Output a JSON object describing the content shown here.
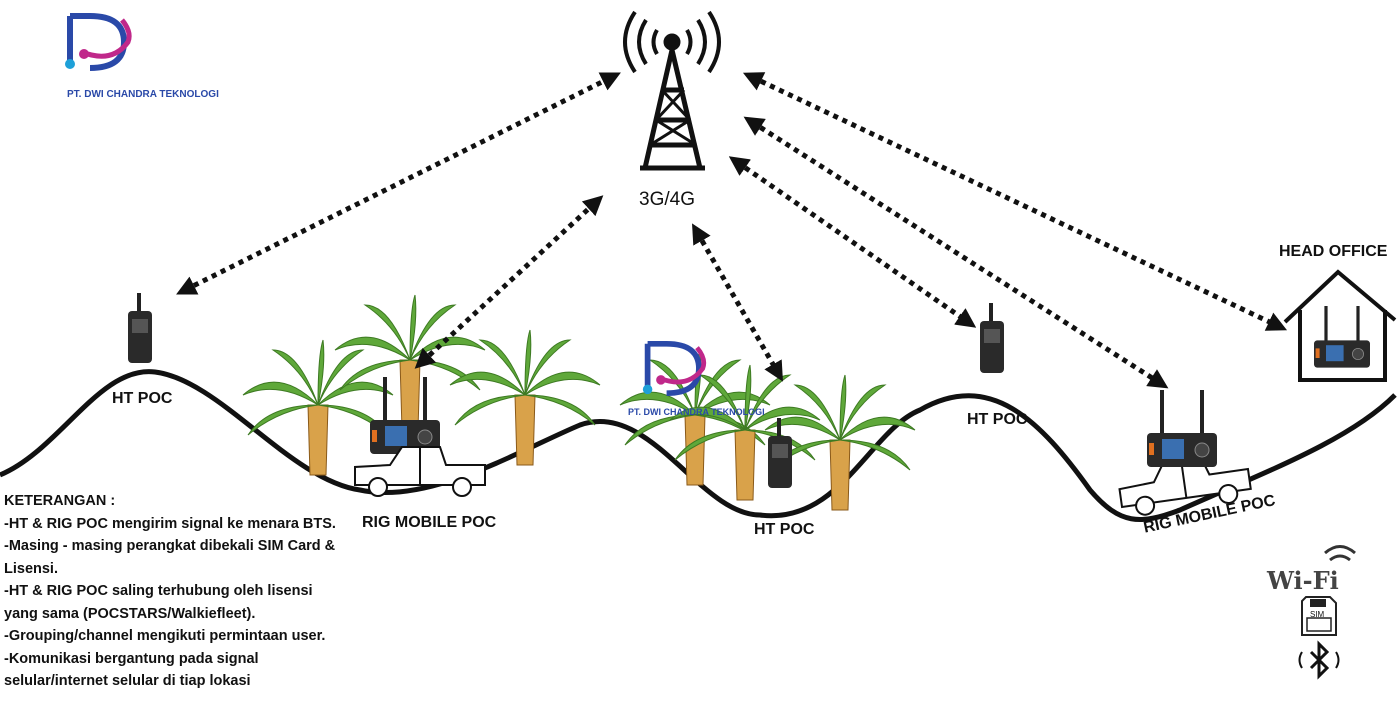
{
  "company": {
    "name": "PT. DWI CHANDRA TEKNOLOGI"
  },
  "tower": {
    "label": "3G/4G"
  },
  "nodes": {
    "ht_poc_1": "HT POC",
    "rig_mobile_1": "RIG MOBILE POC",
    "ht_poc_2": "HT POC",
    "ht_poc_3": "HT POC",
    "rig_mobile_2": "RIG MOBILE POC",
    "head_office": "HEAD OFFICE"
  },
  "legend": {
    "title": "KETERANGAN :",
    "lines": [
      "-HT & RIG POC mengirim signal ke menara BTS.",
      "-Masing - masing perangkat dibekali SIM Card &",
      "Lisensi.",
      "-HT & RIG POC saling terhubung oleh lisensi",
      "yang sama (POCSTARS/Walkiefleet).",
      "-Grouping/channel mengikuti permintaan user.",
      "-Komunikasi bergantung pada signal",
      "selular/internet selular di tiap lokasi"
    ]
  },
  "features": {
    "wifi": "Wi-Fi",
    "sim": "SIM",
    "bluetooth_icon": "bluetooth-icon"
  },
  "colors": {
    "logo_blue": "#2a49a8",
    "logo_magenta": "#c0288a",
    "ink": "#111111",
    "palm_green": "#5fa83a",
    "trunk": "#d9a24a"
  }
}
